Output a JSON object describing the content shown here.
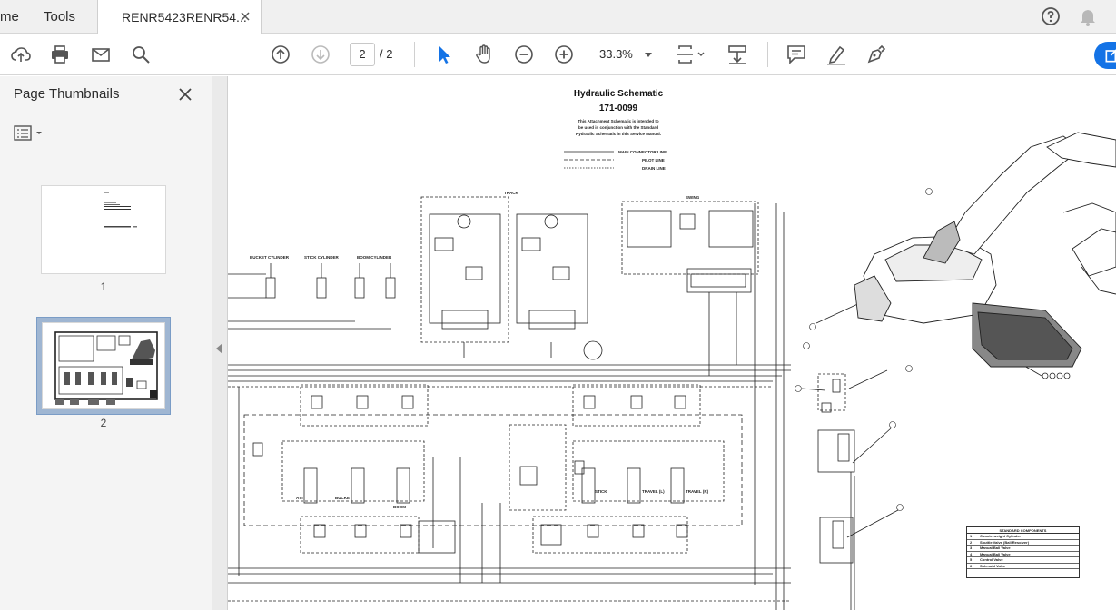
{
  "tabs": {
    "home_partial": "me",
    "tools": "Tools",
    "document": "RENR5423RENR54..."
  },
  "toolbar": {
    "current_page": "2",
    "total_pages": "/ 2",
    "zoom": "33.3%"
  },
  "sidebar": {
    "title": "Page Thumbnails",
    "thumbnails": [
      {
        "number": "1"
      },
      {
        "number": "2"
      }
    ]
  },
  "document": {
    "title": "Hydraulic Schematic",
    "number": "171-0099",
    "note_lines": [
      "This Attachment Schematic is intended to",
      "be used in conjunction with the Standard",
      "Hydraulic Schematic in this Service Manual."
    ],
    "legend": [
      "MAIN CONNECTOR LINE",
      "PILOT LINE",
      "DRAIN LINE"
    ],
    "labels": {
      "track": "TRACK",
      "swing": "SWING",
      "bucket_cyl": "BUCKET CYLINDER",
      "stick_cyl": "STICK CYLINDER",
      "boom_cyl": "BOOM CYLINDER",
      "att": "ATT",
      "bucket": "BUCKET",
      "boom": "BOOM",
      "stick": "STICK",
      "travel_l": "TRAVEL (L)",
      "travel_r": "TRAVEL (R)"
    },
    "table": {
      "title": "STANDARD COMPONENTS",
      "rows": [
        {
          "n": "1",
          "c": "Counterweight Cylinder"
        },
        {
          "n": "2",
          "c": "Shuttle Valve (Ball Resolver)"
        },
        {
          "n": "3",
          "c": "Manual Ball Valve"
        },
        {
          "n": "4",
          "c": "Manual Ball Valve"
        },
        {
          "n": "5",
          "c": "Control Valve"
        },
        {
          "n": "6",
          "c": "Solenoid Valve"
        }
      ]
    }
  },
  "colors": {
    "accent": "#1473e6",
    "thumb_selected": "#9fb6d2"
  }
}
